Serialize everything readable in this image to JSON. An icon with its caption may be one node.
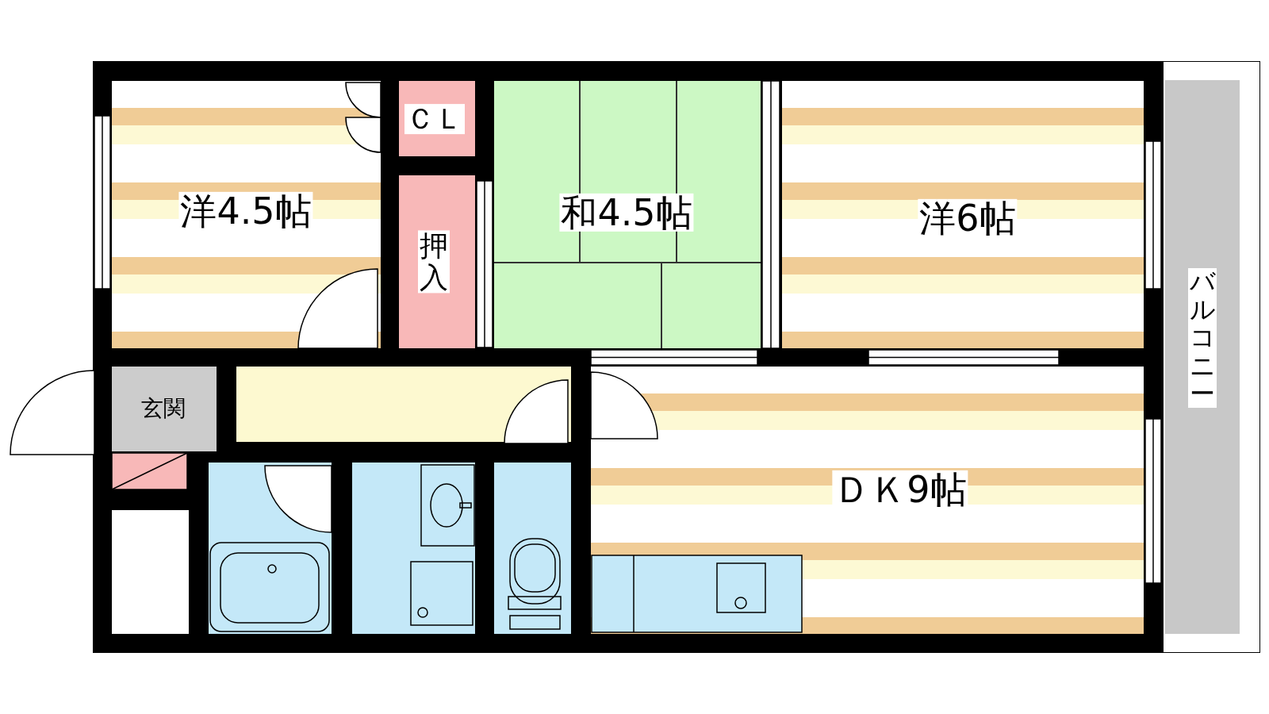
{
  "diagram": {
    "nodes": [
      {
        "text": [
          "洋4.5帖"
        ]
      },
      {
        "text": [
          "ＣＬ"
        ]
      },
      {
        "text": [
          "押入"
        ]
      },
      {
        "text": [
          "和4.5帖"
        ]
      },
      {
        "text": [
          "洋6帖"
        ]
      },
      {
        "text": [
          "バルコニー"
        ]
      },
      {
        "text": [
          "玄関"
        ]
      },
      {
        "text": [],
        "shape": "box"
      },
      {
        "text": [
          "ＤＫ9帖"
        ]
      },
      {
        "text": [],
        "shape": "box"
      },
      {
        "text": [],
        "shape": "box"
      },
      {
        "text": [],
        "shape": "box"
      },
      {
        "text": [],
        "shape": "box"
      }
    ]
  }
}
